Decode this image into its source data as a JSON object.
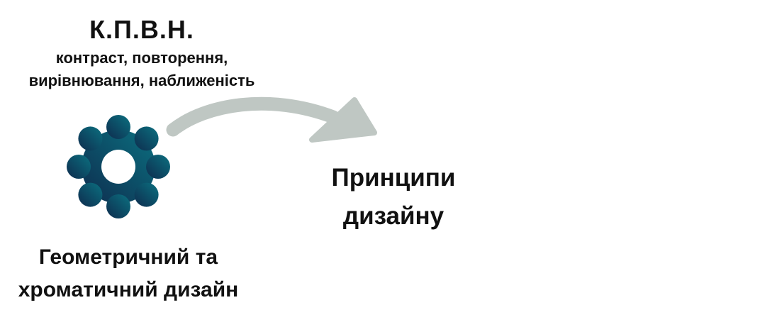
{
  "diagram": {
    "title": "К.П.В.Н.",
    "subtitle_line1": "контраст, повторення,",
    "subtitle_line2": "вирівнювання, наближеність",
    "source_line1": "Геометричний та",
    "source_line2": "хроматичний дизайн",
    "target_line1": "Принципи",
    "target_line2": "дизайну",
    "icon": "gear-icon",
    "connector": "curved-arrow-right"
  },
  "colors": {
    "gear_start": "#0e2c4e",
    "gear_end": "#0b7080",
    "arrow": "#bfc7c3",
    "text": "#111111",
    "background": "#ffffff"
  }
}
